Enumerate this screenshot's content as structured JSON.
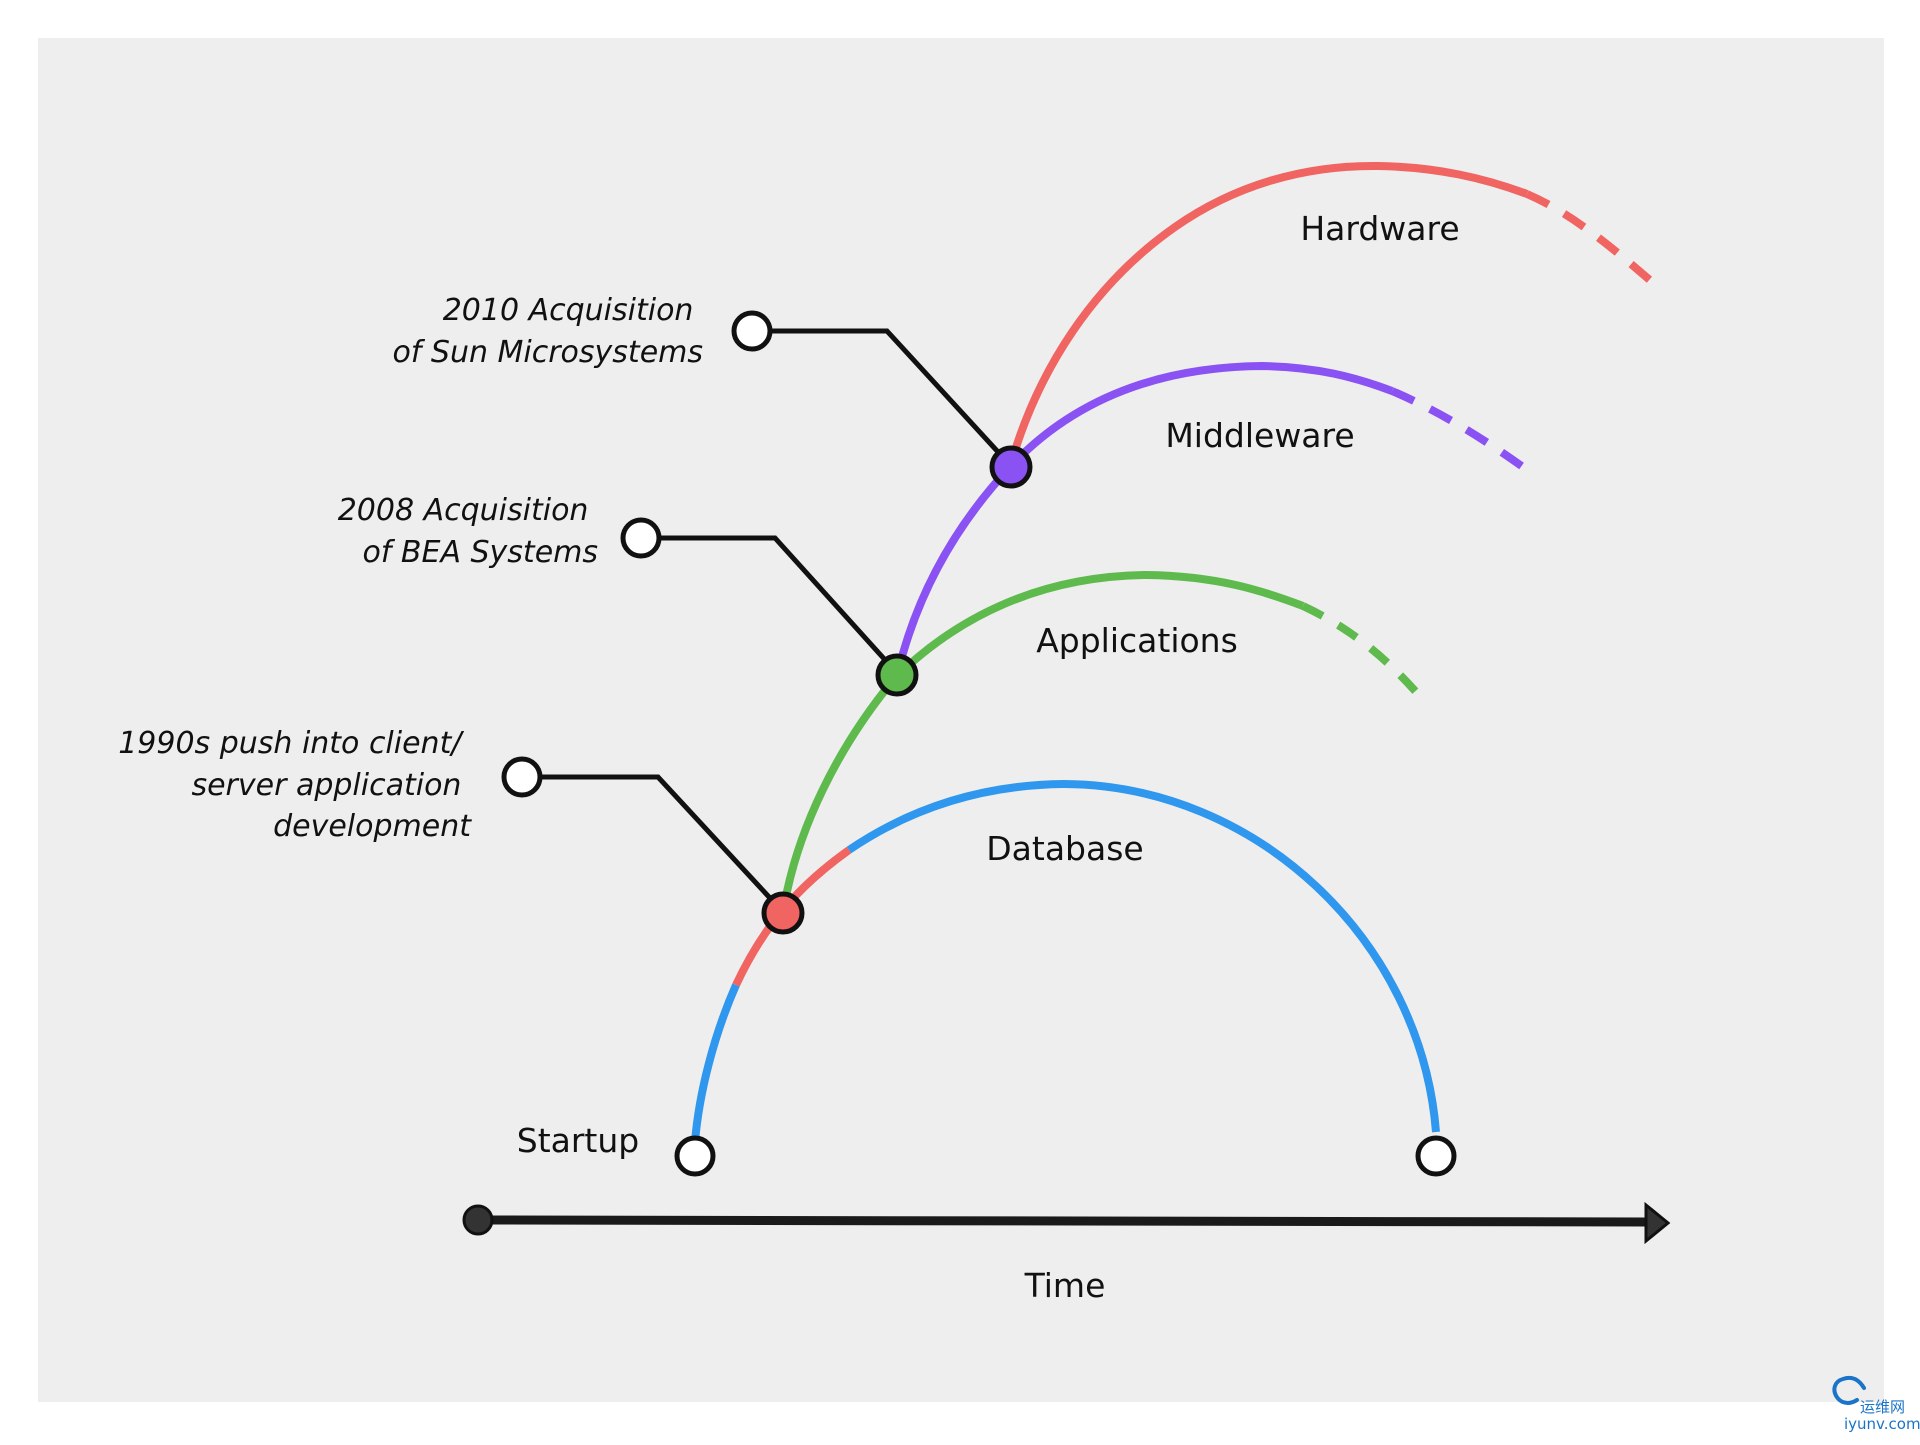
{
  "diagram": {
    "curves": [
      {
        "id": "database",
        "label": "Database",
        "color": "#2f97ee"
      },
      {
        "id": "applications",
        "label": "Applications",
        "color": "#5fba4e"
      },
      {
        "id": "middleware",
        "label": "Middleware",
        "color": "#8a52f2"
      },
      {
        "id": "hardware",
        "label": "Hardware",
        "color": "#f06461"
      }
    ],
    "startup_label": "Startup",
    "milestones": [
      {
        "lines": [
          "1990s push into client/",
          "server application",
          "development"
        ],
        "dot_color": "#f06461"
      },
      {
        "lines": [
          "2008 Acquisition",
          "of BEA Systems"
        ],
        "dot_color": "#5fba4e"
      },
      {
        "lines": [
          "2010 Acquisition",
          "of Sun Microsystems"
        ],
        "dot_color": "#8a52f2"
      }
    ],
    "axis": {
      "label": "Time"
    },
    "colors": {
      "background": "#eeeeee",
      "axis": "#1a1a1a",
      "leader": "#111111"
    }
  },
  "watermark": {
    "cn_text": "运维网",
    "url_text": "iyunv.com"
  }
}
